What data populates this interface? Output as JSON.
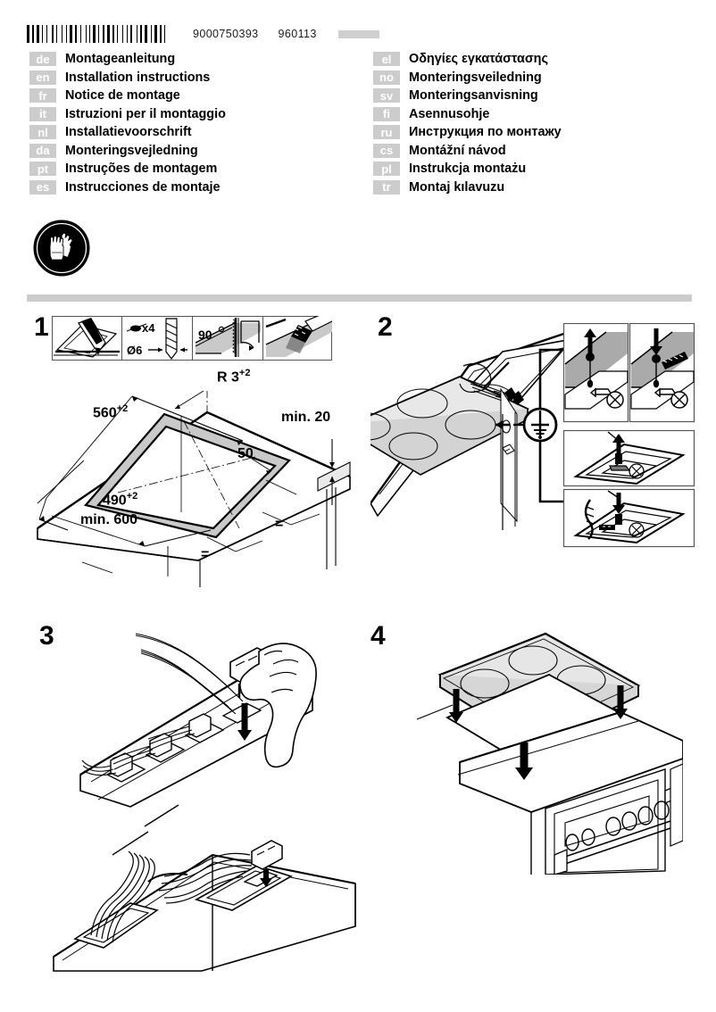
{
  "document": {
    "doc_number": "9000750393",
    "doc_code": "960113",
    "barcode_alt": "barcode"
  },
  "languages_left": [
    {
      "code": "de",
      "title": "Montageanleitung"
    },
    {
      "code": "en",
      "title": "Installation instructions"
    },
    {
      "code": "fr",
      "title": "Notice de montage"
    },
    {
      "code": "it",
      "title": "Istruzioni per il montaggio"
    },
    {
      "code": "nl",
      "title": "Installatievoorschrift"
    },
    {
      "code": "da",
      "title": "Monteringsvejledning"
    },
    {
      "code": "pt",
      "title": "Instruções de montagem"
    },
    {
      "code": "es",
      "title": "Instrucciones de montaje"
    }
  ],
  "languages_right": [
    {
      "code": "el",
      "title": "Οδηγίες εγκατάστασης"
    },
    {
      "code": "no",
      "title": "Monteringsveiledning"
    },
    {
      "code": "sv",
      "title": "Monteringsanvisning"
    },
    {
      "code": "fi",
      "title": "Asennusohje"
    },
    {
      "code": "ru",
      "title": "Инструкция по монтажу"
    },
    {
      "code": "cs",
      "title": "Montážní návod"
    },
    {
      "code": "pl",
      "title": "Instrukcja montażu"
    },
    {
      "code": "tr",
      "title": "Montaj kılavuzu"
    }
  ],
  "safety": {
    "pictogram": "protective-gloves-icon"
  },
  "steps": [
    {
      "number": "1",
      "name": "cutout-preparation",
      "panels": [
        {
          "name": "mark-cutout-icon",
          "label": ""
        },
        {
          "name": "drill-holes-icon",
          "label_count": "x4",
          "label_diameter": "Ø6"
        },
        {
          "name": "saw-cutout-icon",
          "label_angle": "90°"
        },
        {
          "name": "seal-edges-icon",
          "label": ""
        }
      ],
      "dimensions": {
        "radius": "R 3",
        "radius_tol": "+2",
        "width": "560",
        "width_tol": "+2",
        "depth": "490",
        "depth_tol": "+2",
        "min_cabinet": "min. 600",
        "min_rear": "min. 20",
        "edge_distance": "50",
        "equal_mark": "="
      }
    },
    {
      "number": "2",
      "name": "connect-earth-and-clips",
      "earth_symbol": "earth-ground-icon",
      "detail_panels": [
        {
          "name": "clip-install-up-icon"
        },
        {
          "name": "clip-install-down-icon"
        },
        {
          "name": "screw-remove-icon"
        },
        {
          "name": "screw-insert-icon"
        }
      ]
    },
    {
      "number": "3",
      "name": "connect-ribbon-cables"
    },
    {
      "number": "4",
      "name": "lower-hob-into-cutout"
    }
  ],
  "colors": {
    "tag_background": "#cccccc",
    "tag_text": "#ffffff",
    "divider": "#cccccc",
    "line": "#000000",
    "panel_grey": "#c9c9c9",
    "page_background": "#ffffff"
  }
}
